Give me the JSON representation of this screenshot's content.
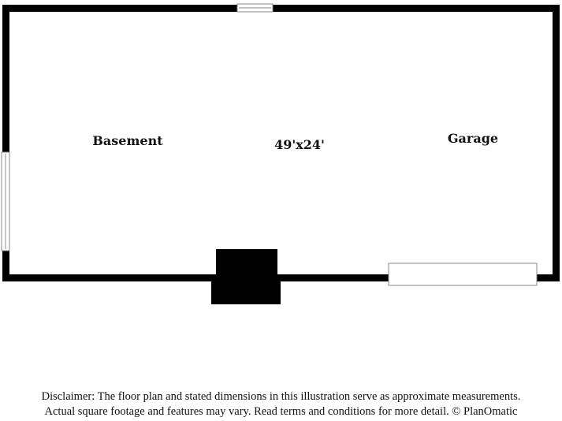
{
  "plan": {
    "rooms": [
      {
        "id": "basement",
        "label": "Basement"
      },
      {
        "id": "garage",
        "label": "Garage"
      }
    ],
    "dimension": "49'x24'"
  },
  "disclaimer": {
    "line1": "Disclaimer: The floor plan and stated dimensions in this illustration serve as approximate measurements.",
    "line2": "Actual square footage and features may vary. Read terms and conditions for more detail. © PlanOmatic"
  },
  "colors": {
    "wall": "#000000",
    "background": "#ffffff",
    "window_frame": "#8a8a8a"
  }
}
